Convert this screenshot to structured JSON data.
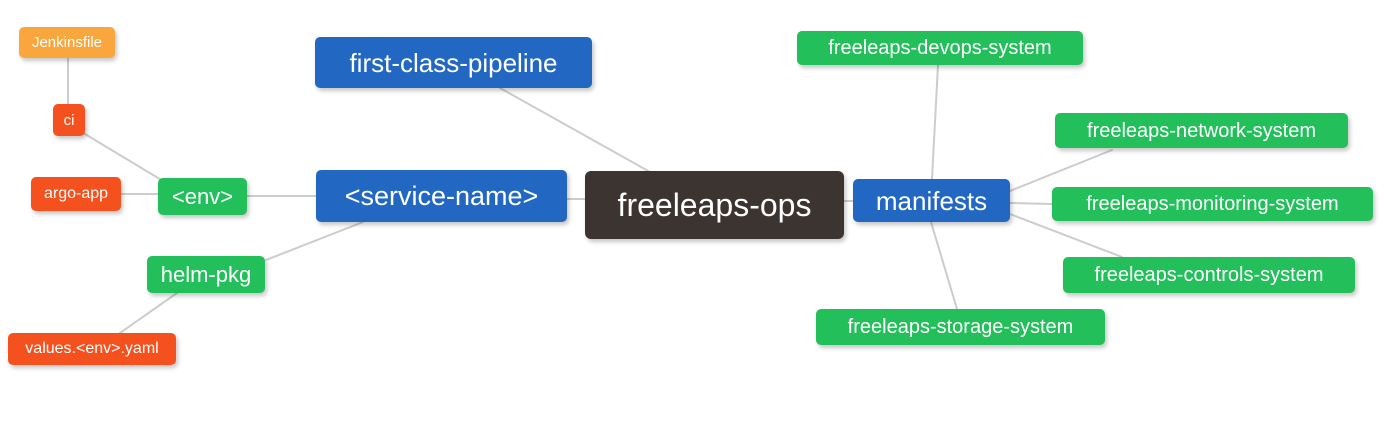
{
  "diagram": {
    "type": "mindmap",
    "root_label": "freeleaps-ops",
    "palette": {
      "root_dark": "#3B3431",
      "branch_blue": "#2268C2",
      "leaf_green": "#22BF5B",
      "leaf_red": "#F4511E",
      "leaf_orange": "#F9A63C",
      "edge_gray": "#CCCCCC",
      "text": "#FFFFFF",
      "background": "#FFFFFF"
    },
    "nodes": [
      {
        "id": "jenkinsfile",
        "label": "Jenkinsfile",
        "color": "#F9A63C"
      },
      {
        "id": "ci",
        "label": "ci",
        "color": "#F4511E"
      },
      {
        "id": "argo-app",
        "label": "argo-app",
        "color": "#F4511E"
      },
      {
        "id": "env",
        "label": "<env>",
        "color": "#22BF5B"
      },
      {
        "id": "helm-pkg",
        "label": "helm-pkg",
        "color": "#22BF5B"
      },
      {
        "id": "values-env-yaml",
        "label": "values.<env>.yaml",
        "color": "#F4511E"
      },
      {
        "id": "first-class-pipeline",
        "label": "first-class-pipeline",
        "color": "#2268C2"
      },
      {
        "id": "service-name",
        "label": "<service-name>",
        "color": "#2268C2"
      },
      {
        "id": "freeleaps-ops",
        "label": "freeleaps-ops",
        "color": "#3B3431"
      },
      {
        "id": "manifests",
        "label": "manifests",
        "color": "#2268C2"
      },
      {
        "id": "freeleaps-devops-system",
        "label": "freeleaps-devops-system",
        "color": "#22BF5B"
      },
      {
        "id": "freeleaps-network-system",
        "label": "freeleaps-network-system",
        "color": "#22BF5B"
      },
      {
        "id": "freeleaps-monitoring-system",
        "label": "freeleaps-monitoring-system",
        "color": "#22BF5B"
      },
      {
        "id": "freeleaps-controls-system",
        "label": "freeleaps-controls-system",
        "color": "#22BF5B"
      },
      {
        "id": "freeleaps-storage-system",
        "label": "freeleaps-storage-system",
        "color": "#22BF5B"
      }
    ],
    "edges": [
      {
        "from": "jenkinsfile",
        "to": "ci"
      },
      {
        "from": "ci",
        "to": "env"
      },
      {
        "from": "argo-app",
        "to": "env"
      },
      {
        "from": "env",
        "to": "service-name"
      },
      {
        "from": "first-class-pipeline",
        "to": "freeleaps-ops"
      },
      {
        "from": "helm-pkg",
        "to": "service-name"
      },
      {
        "from": "values-env-yaml",
        "to": "helm-pkg"
      },
      {
        "from": "service-name",
        "to": "freeleaps-ops"
      },
      {
        "from": "freeleaps-ops",
        "to": "manifests"
      },
      {
        "from": "manifests",
        "to": "freeleaps-devops-system"
      },
      {
        "from": "manifests",
        "to": "freeleaps-network-system"
      },
      {
        "from": "manifests",
        "to": "freeleaps-monitoring-system"
      },
      {
        "from": "manifests",
        "to": "freeleaps-controls-system"
      },
      {
        "from": "manifests",
        "to": "freeleaps-storage-system"
      }
    ]
  }
}
